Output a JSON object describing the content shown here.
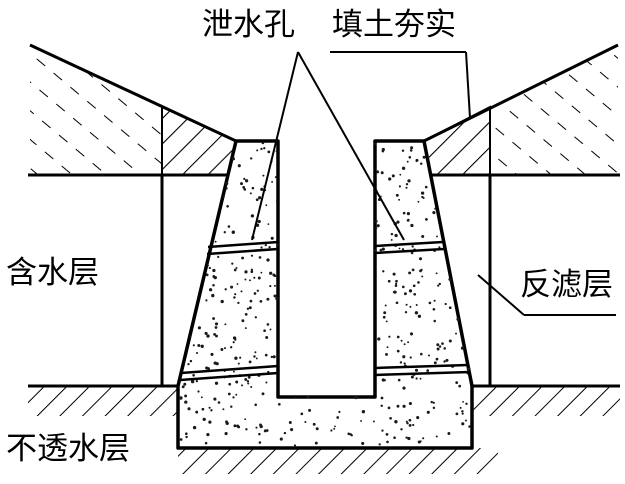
{
  "labels": {
    "drain_hole": "泄水孔",
    "compacted_fill": "填土夯实",
    "aquifer": "含水层",
    "filter_layer": "反滤层",
    "impermeable_layer": "不透水层"
  },
  "colors": {
    "line": "#000000",
    "background": "#ffffff",
    "sand_dots": "#1a1a1a"
  }
}
